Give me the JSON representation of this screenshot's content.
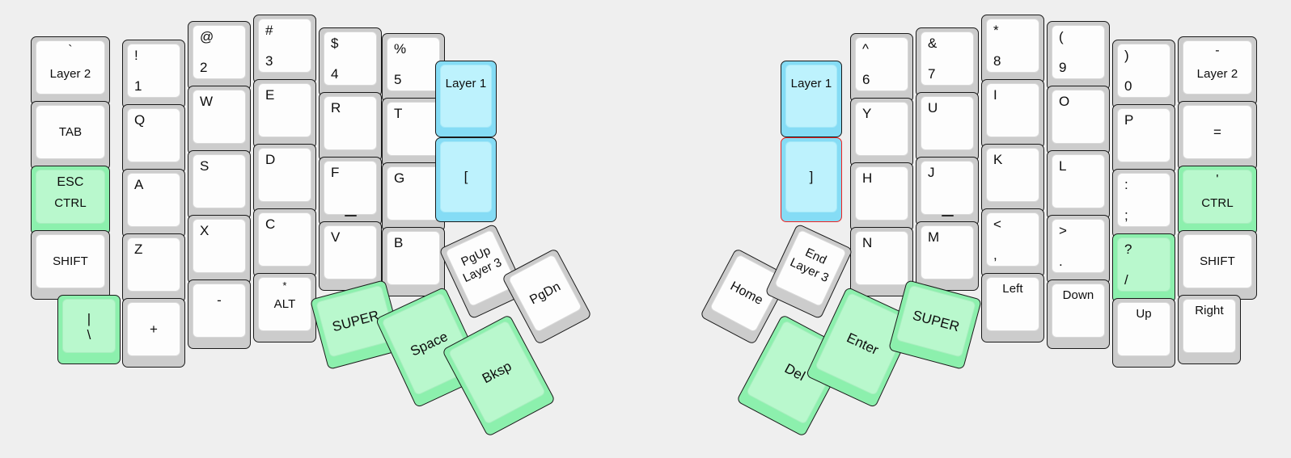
{
  "diagram": {
    "title": "Split ergonomic keyboard layout",
    "background_color": "#efefef",
    "key_body_color": "#cccccc",
    "key_cap_color": "#fdfdfd",
    "green_body_color": "#8cf0ad",
    "green_cap_color": "#b9f8cd",
    "blue_body_color": "#85dcf5",
    "blue_cap_color": "#bdf2fd",
    "selection_color": "#ee2222",
    "selected_key": "]"
  },
  "left_half": {
    "name": "left-half",
    "columns": [
      {
        "name": "pinky-outer",
        "keys": [
          {
            "name": "key-grave-layer2",
            "top": "`",
            "main": "Layer 2",
            "style": "plain"
          },
          {
            "name": "key-tab",
            "top": "",
            "main": "TAB",
            "style": "plain"
          },
          {
            "name": "key-esc-ctrl",
            "top": "ESC",
            "main": "CTRL",
            "style": "green"
          },
          {
            "name": "key-shift",
            "top": "",
            "main": "SHIFT",
            "style": "plain"
          },
          {
            "name": "key-pipe-backslash",
            "top": "|",
            "main": "\\",
            "style": "green"
          }
        ]
      },
      {
        "name": "pinky",
        "keys": [
          {
            "name": "key-1",
            "top": "!",
            "main": "1",
            "style": "plain"
          },
          {
            "name": "key-q",
            "top": "Q",
            "main": "",
            "style": "plain"
          },
          {
            "name": "key-a",
            "top": "A",
            "main": "",
            "style": "plain"
          },
          {
            "name": "key-z",
            "top": "Z",
            "main": "",
            "style": "plain"
          },
          {
            "name": "key-plus",
            "top": "",
            "main": "+",
            "style": "plain"
          }
        ]
      },
      {
        "name": "ring",
        "keys": [
          {
            "name": "key-2",
            "top": "@",
            "main": "2",
            "style": "plain"
          },
          {
            "name": "key-w",
            "top": "W",
            "main": "",
            "style": "plain"
          },
          {
            "name": "key-s",
            "top": "S",
            "main": "",
            "style": "plain"
          },
          {
            "name": "key-x",
            "top": "X",
            "main": "",
            "style": "plain"
          },
          {
            "name": "key-minus",
            "top": "",
            "main": "-",
            "style": "plain"
          }
        ]
      },
      {
        "name": "middle",
        "keys": [
          {
            "name": "key-3",
            "top": "#",
            "main": "3",
            "style": "plain"
          },
          {
            "name": "key-e",
            "top": "E",
            "main": "",
            "style": "plain"
          },
          {
            "name": "key-d",
            "top": "D",
            "main": "",
            "style": "plain"
          },
          {
            "name": "key-c",
            "top": "C",
            "main": "",
            "style": "plain"
          },
          {
            "name": "key-alt",
            "top": "*",
            "main": "ALT",
            "style": "plain"
          }
        ]
      },
      {
        "name": "index",
        "keys": [
          {
            "name": "key-4",
            "top": "$",
            "main": "4",
            "style": "plain"
          },
          {
            "name": "key-r",
            "top": "R",
            "main": "",
            "style": "plain"
          },
          {
            "name": "key-f",
            "top": "F",
            "main": "",
            "style": "plain",
            "homing": true
          },
          {
            "name": "key-v",
            "top": "V",
            "main": "",
            "style": "plain"
          }
        ]
      },
      {
        "name": "index-inner",
        "keys": [
          {
            "name": "key-5",
            "top": "%",
            "main": "5",
            "style": "plain"
          },
          {
            "name": "key-t",
            "top": "T",
            "main": "",
            "style": "plain"
          },
          {
            "name": "key-g",
            "top": "G",
            "main": "",
            "style": "plain"
          },
          {
            "name": "key-b",
            "top": "B",
            "main": "",
            "style": "plain"
          }
        ]
      },
      {
        "name": "inner-extra",
        "keys": [
          {
            "name": "key-layer1-left",
            "top": "",
            "main": "Layer 1",
            "style": "blue"
          },
          {
            "name": "key-bracket-left",
            "top": "",
            "main": "[",
            "style": "blue"
          }
        ]
      }
    ],
    "thumb_cluster": [
      {
        "name": "key-super-left",
        "main": "SUPER",
        "style": "green",
        "rotation": -15
      },
      {
        "name": "key-space",
        "main": "Space",
        "style": "green",
        "rotation": -25
      },
      {
        "name": "key-bksp",
        "main": "Bksp",
        "style": "green",
        "rotation": -28
      },
      {
        "name": "key-pgup-layer3",
        "top": "PgUp",
        "main": "Layer 3",
        "style": "plain",
        "rotation": -25
      },
      {
        "name": "key-pgdn",
        "main": "PgDn",
        "style": "plain",
        "rotation": -28
      }
    ]
  },
  "right_half": {
    "name": "right-half",
    "columns": [
      {
        "name": "inner-extra",
        "keys": [
          {
            "name": "key-layer1-right",
            "top": "",
            "main": "Layer 1",
            "style": "blue"
          },
          {
            "name": "key-bracket-right",
            "top": "",
            "main": "]",
            "style": "blue",
            "selected": true
          }
        ]
      },
      {
        "name": "index-inner",
        "keys": [
          {
            "name": "key-6",
            "top": "^",
            "main": "6",
            "style": "plain"
          },
          {
            "name": "key-y",
            "top": "Y",
            "main": "",
            "style": "plain"
          },
          {
            "name": "key-h",
            "top": "H",
            "main": "",
            "style": "plain"
          },
          {
            "name": "key-n",
            "top": "N",
            "main": "",
            "style": "plain"
          }
        ]
      },
      {
        "name": "index",
        "keys": [
          {
            "name": "key-7",
            "top": "&",
            "main": "7",
            "style": "plain"
          },
          {
            "name": "key-u",
            "top": "U",
            "main": "",
            "style": "plain"
          },
          {
            "name": "key-j",
            "top": "J",
            "main": "",
            "style": "plain",
            "homing": true
          },
          {
            "name": "key-m",
            "top": "M",
            "main": "",
            "style": "plain"
          }
        ]
      },
      {
        "name": "middle",
        "keys": [
          {
            "name": "key-8",
            "top": "*",
            "main": "8",
            "style": "plain"
          },
          {
            "name": "key-i",
            "top": "I",
            "main": "",
            "style": "plain"
          },
          {
            "name": "key-k",
            "top": "K",
            "main": "",
            "style": "plain"
          },
          {
            "name": "key-comma",
            "top": "<",
            "main": ",",
            "style": "plain"
          },
          {
            "name": "key-left",
            "top": "",
            "main": "Left",
            "style": "plain"
          }
        ]
      },
      {
        "name": "ring",
        "keys": [
          {
            "name": "key-9",
            "top": "(",
            "main": "9",
            "style": "plain"
          },
          {
            "name": "key-o",
            "top": "O",
            "main": "",
            "style": "plain"
          },
          {
            "name": "key-l",
            "top": "L",
            "main": "",
            "style": "plain"
          },
          {
            "name": "key-period",
            "top": ">",
            "main": ".",
            "style": "plain"
          },
          {
            "name": "key-down",
            "top": "",
            "main": "Down",
            "style": "plain"
          }
        ]
      },
      {
        "name": "pinky",
        "keys": [
          {
            "name": "key-0",
            "top": ")",
            "main": "0",
            "style": "plain"
          },
          {
            "name": "key-p",
            "top": "P",
            "main": "",
            "style": "plain"
          },
          {
            "name": "key-semicolon",
            "top": ":",
            "main": ";",
            "style": "plain"
          },
          {
            "name": "key-slash",
            "top": "?",
            "main": "/",
            "style": "green"
          },
          {
            "name": "key-up",
            "top": "",
            "main": "Up",
            "style": "plain"
          }
        ]
      },
      {
        "name": "pinky-outer",
        "keys": [
          {
            "name": "key-minus-layer2",
            "top": "-",
            "main": "Layer 2",
            "style": "plain"
          },
          {
            "name": "key-equals",
            "top": "",
            "main": "=",
            "style": "plain"
          },
          {
            "name": "key-quote-ctrl",
            "top": "'",
            "main": "CTRL",
            "style": "green"
          },
          {
            "name": "key-shift-right",
            "top": "",
            "main": "SHIFT",
            "style": "plain"
          },
          {
            "name": "key-right",
            "top": "",
            "main": "Right",
            "style": "plain"
          }
        ]
      }
    ],
    "thumb_cluster": [
      {
        "name": "key-home",
        "main": "Home",
        "style": "plain",
        "rotation": 28
      },
      {
        "name": "key-end-layer3",
        "top": "End",
        "main": "Layer 3",
        "style": "plain",
        "rotation": 25
      },
      {
        "name": "key-del",
        "main": "Del",
        "style": "green",
        "rotation": 28
      },
      {
        "name": "key-enter",
        "main": "Enter",
        "style": "green",
        "rotation": 25
      },
      {
        "name": "key-super-right",
        "main": "SUPER",
        "style": "green",
        "rotation": 15
      }
    ]
  }
}
